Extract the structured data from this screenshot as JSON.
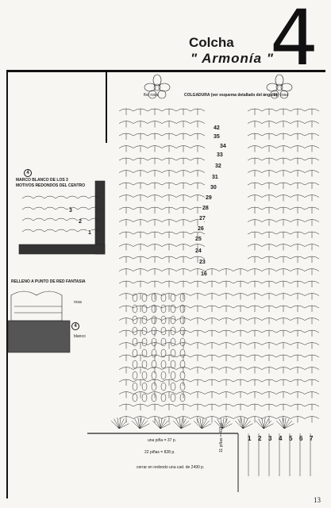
{
  "header": {
    "title": "Colcha",
    "subtitle": "\" Armonía \"",
    "number": "4"
  },
  "inset_top": {
    "marker": "4",
    "caption_line1": "MARCO BLANCO DE LOS 3",
    "caption_line2": "MOTIVOS REDONDOS DEL CENTRO"
  },
  "inset_bottom": {
    "caption": "RELLENO A PUNTO DE RED FANTASIA",
    "label_rosa": "rosa",
    "label_blanco": "blanco",
    "marker": "4"
  },
  "diagram": {
    "flor_rosa_left": "flor rosa",
    "colgadura": "COLGADURA (ver esquema detallado del ángulo)",
    "flor_rosa_right": "flor rosa",
    "row_numbers": [
      "42",
      "35",
      "34",
      "33",
      "32",
      "31",
      "30",
      "29",
      "28",
      "27",
      "26",
      "25",
      "24",
      "23",
      "16"
    ],
    "side_numbers": [
      "3",
      "2",
      "1"
    ],
    "bottom_cols": [
      "1",
      "2",
      "3",
      "4",
      "5",
      "6",
      "7"
    ],
    "note_pina": "una piña = 37 p.",
    "note_22": "22 piñas = 828 p.",
    "note_cerrar": "cerrar en redondo una cad. de 2490 p.",
    "note_side": "11 piñas = 419 p."
  },
  "page_number": "13"
}
